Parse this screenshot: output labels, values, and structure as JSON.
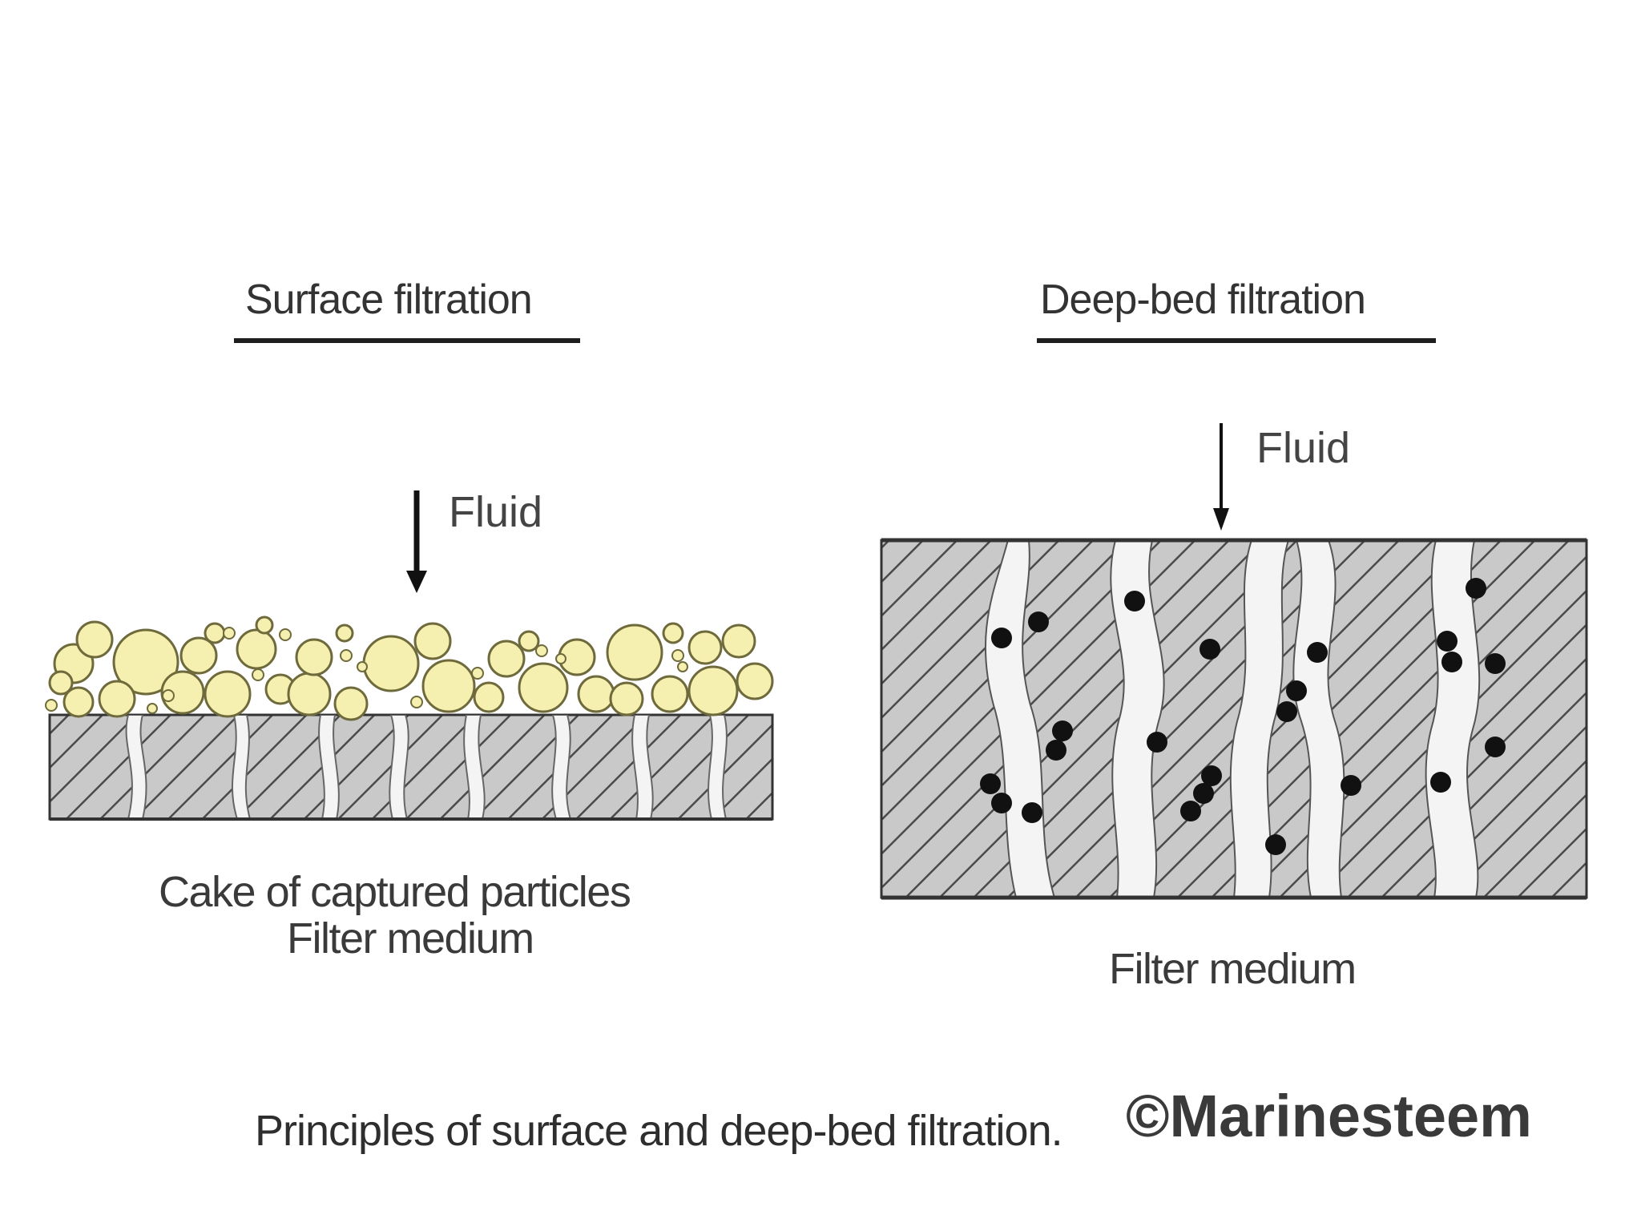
{
  "left_panel": {
    "title": "Surface filtration",
    "fluid_label": "Fluid",
    "cake_label": "Cake of captured particles",
    "medium_label": "Filter medium"
  },
  "right_panel": {
    "title": "Deep-bed filtration",
    "fluid_label": "Fluid",
    "medium_label": "Filter medium"
  },
  "caption": "Principles of surface and deep-bed filtration.",
  "watermark": "©Marinesteem",
  "colors": {
    "particle_fill": "#f5efb0",
    "particle_stroke": "#6e6a3c",
    "medium_fill": "#c9c9c9",
    "hatch_stroke": "#4a4a4a",
    "captured_particle": "#111111"
  }
}
